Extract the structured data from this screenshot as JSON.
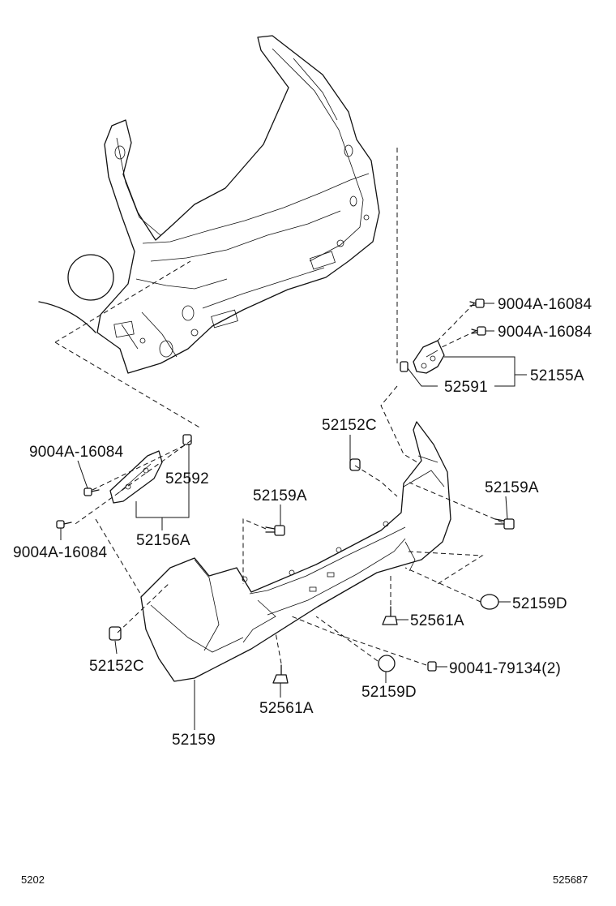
{
  "labels": {
    "bolt_upper_1": "9004A-16084",
    "bolt_upper_2": "9004A-16084",
    "p52591": "52591",
    "p52155A": "52155A",
    "p52152C_upper": "52152C",
    "p52159A_right": "52159A",
    "p52159A_mid": "52159A",
    "bolt_left_1": "9004A-16084",
    "bolt_left_2": "9004A-16084",
    "p52592": "52592",
    "p52156A": "52156A",
    "p52561A_right": "52561A",
    "p52159D_right": "52159D",
    "p52152C_lower": "52152C",
    "p90041": "90041-79134(2)",
    "p52159D_lower": "52159D",
    "p52561A_lower": "52561A",
    "p52159": "52159"
  },
  "footer": {
    "left": "5202",
    "right": "525687"
  }
}
